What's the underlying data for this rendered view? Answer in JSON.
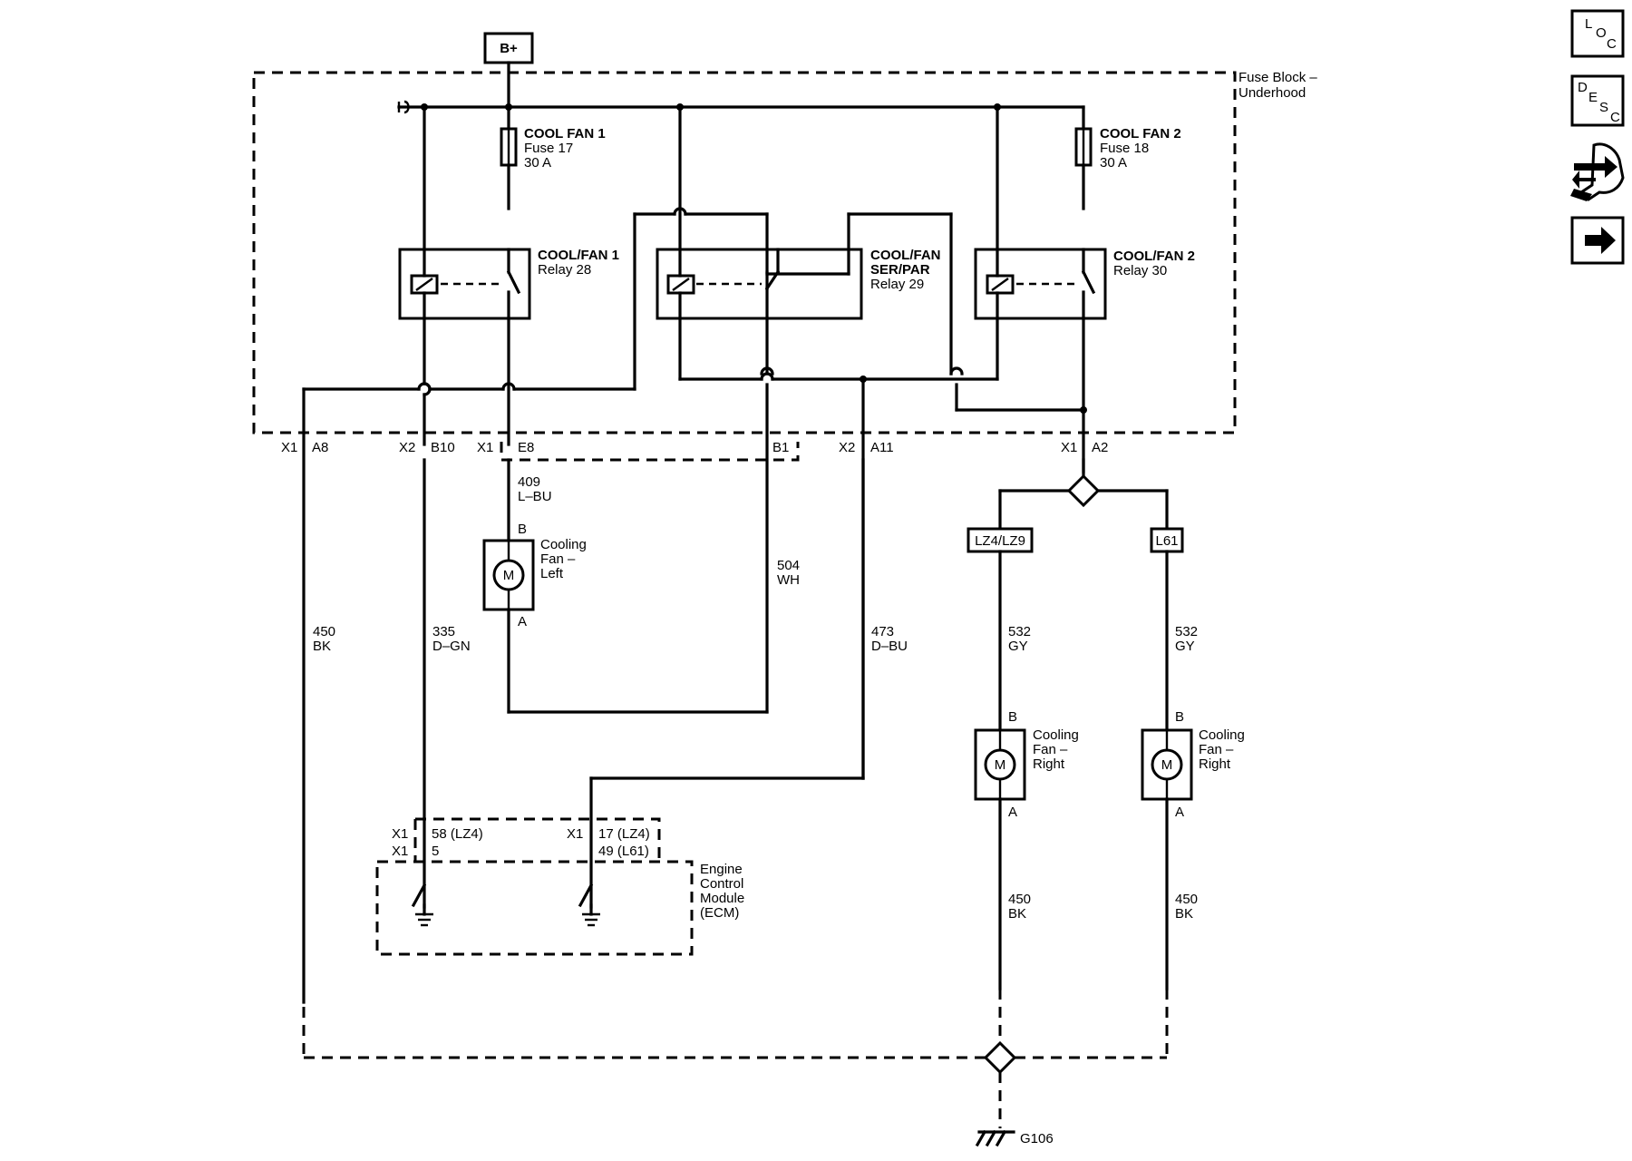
{
  "power": {
    "label": "B+"
  },
  "fuse_block": {
    "title_line1": "Fuse Block –",
    "title_line2": "Underhood"
  },
  "fuses": [
    {
      "name": "COOL FAN 1",
      "number": "Fuse 17",
      "rating": "30 A"
    },
    {
      "name": "COOL FAN 2",
      "number": "Fuse 18",
      "rating": "30 A"
    }
  ],
  "relays": [
    {
      "line1": "COOL/FAN 1",
      "line2": "Relay 28",
      "line3": ""
    },
    {
      "line1": "COOL/FAN",
      "line2": "SER/PAR",
      "line3": "Relay 29"
    },
    {
      "line1": "COOL/FAN 2",
      "line2": "Relay 30",
      "line3": ""
    }
  ],
  "connectors": {
    "x1_a8": {
      "conn": "X1",
      "pin": "A8"
    },
    "x2_b10": {
      "conn": "X2",
      "pin": "B10"
    },
    "x1_e8": {
      "conn": "X1",
      "pin": "E8"
    },
    "b1": {
      "pin": "B1"
    },
    "x2_a11": {
      "conn": "X2",
      "pin": "A11"
    },
    "x1_a2": {
      "conn": "X1",
      "pin": "A2"
    }
  },
  "wires": {
    "w409": {
      "circuit": "409",
      "color": "L–BU"
    },
    "w504": {
      "circuit": "504",
      "color": "WH"
    },
    "w450_left": {
      "circuit": "450",
      "color": "BK"
    },
    "w335": {
      "circuit": "335",
      "color": "D–GN"
    },
    "w473": {
      "circuit": "473",
      "color": "D–BU"
    },
    "w532_a": {
      "circuit": "532",
      "color": "GY"
    },
    "w532_b": {
      "circuit": "532",
      "color": "GY"
    },
    "w450_a": {
      "circuit": "450",
      "color": "BK"
    },
    "w450_b": {
      "circuit": "450",
      "color": "BK"
    }
  },
  "options": {
    "left": "LZ4/LZ9",
    "right": "L61"
  },
  "motors": [
    {
      "line1": "Cooling",
      "line2": "Fan –",
      "line3": "Left",
      "pin_top": "B",
      "pin_bottom": "A",
      "symbol": "M"
    },
    {
      "line1": "Cooling",
      "line2": "Fan –",
      "line3": "Right",
      "pin_top": "B",
      "pin_bottom": "A",
      "symbol": "M"
    },
    {
      "line1": "Cooling",
      "line2": "Fan –",
      "line3": "Right",
      "pin_top": "B",
      "pin_bottom": "A",
      "symbol": "M"
    }
  ],
  "ecm": {
    "line1": "Engine",
    "line2": "Control",
    "line3": "Module",
    "line4": "(ECM)",
    "pin_left_1": {
      "conn": "X1",
      "pin": "58 (LZ4)"
    },
    "pin_left_2": {
      "conn": "X1",
      "pin": "5"
    },
    "pin_right_1": {
      "conn": "X1",
      "pin": "17 (LZ4)"
    },
    "pin_right_2": {
      "pin": "49 (L61)"
    }
  },
  "ground": {
    "label": "G106"
  },
  "nav": {
    "loc": {
      "l1": "L",
      "l2": "O",
      "l3": "C"
    },
    "desc": {
      "l1": "D",
      "l2": "E",
      "l3": "S",
      "l4": "C"
    },
    "service_icon": "wrench-arrows-icon",
    "next_icon": "arrow-right-icon"
  }
}
